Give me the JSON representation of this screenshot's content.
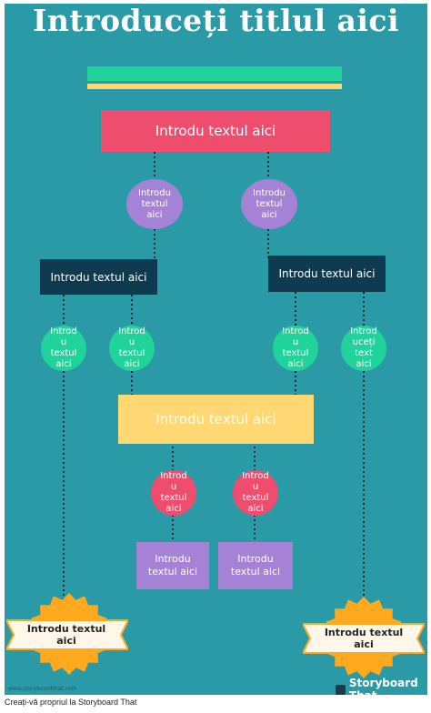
{
  "colors": {
    "background": "#2a9aa7",
    "pink": "#ef4d6d",
    "purple": "#a582d6",
    "navy": "#0f3b50",
    "green": "#1fd39a",
    "yellow": "#ffd873",
    "orange": "#ffa91f"
  },
  "title": "Introduceți titlul aici",
  "top_box": "Introdu textul aici",
  "level1_circles": [
    "Introdu textul aici",
    "Introdu textul aici"
  ],
  "level2_boxes": [
    "Introdu textul aici",
    "Introdu textul aici"
  ],
  "level3_circles": [
    "Introd u textul aici",
    "Introd u textul aici",
    "Introd u textul aici",
    "Introd uceți text aici"
  ],
  "middle_box": "Introdu textul aici",
  "level4_circles": [
    "Introd u textul aici",
    "Introd u textul aici"
  ],
  "level5_boxes": [
    "Introdu textul aici",
    "Introdu textul aici"
  ],
  "ribbons": [
    "Introdu textul aici",
    "Introdu textul aici"
  ],
  "watermark": "www.storyboardthat.com",
  "logo_text": "Storyboard That",
  "footer": "Creați-vă propriul la Storyboard That"
}
